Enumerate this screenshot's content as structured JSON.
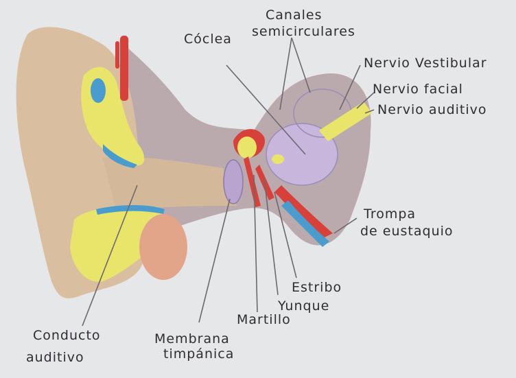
{
  "labels": {
    "canales": [
      "Canales",
      "semicirculares"
    ],
    "coclea": "Cóclea",
    "nervio_vestibular": "Nervio Vestibular",
    "nervio_facial": "Nervio facial",
    "nervio_auditivo": "Nervio auditivo",
    "trompa": [
      "Trompa",
      "de eustaquio"
    ],
    "estribo": "Estribo",
    "yunque": "Yunque",
    "martillo": "Martillo",
    "membrana": [
      "Membrana",
      "timpánica"
    ],
    "conducto": [
      "Conducto",
      "auditivo"
    ]
  },
  "colors": {
    "paper": "#e6e7e9",
    "skin": "#d9bfa0",
    "skull": "#b7a7ab",
    "yellow": "#e8e56a",
    "red": "#d8403a",
    "blue": "#4a9ccf",
    "purple": "#b9a4cf",
    "orange": "#e3a58a"
  }
}
